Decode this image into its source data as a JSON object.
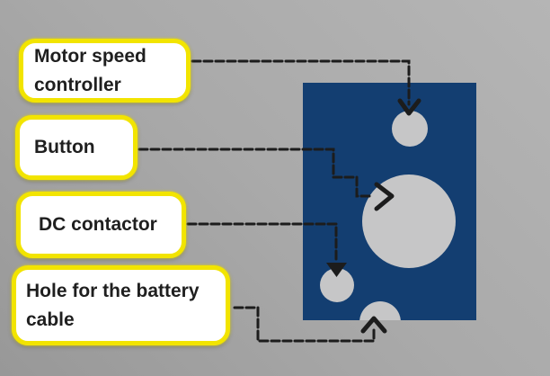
{
  "labels": {
    "motor": {
      "text": "Motor speed controller"
    },
    "button": {
      "text": "Button"
    },
    "dc_contactor": {
      "text": "DC contactor"
    },
    "battery_hole": {
      "text": "Hole for the battery cable"
    }
  },
  "colors": {
    "panel": "#133e71",
    "hole": "#c6c6c7",
    "line": "#1c1c1c",
    "label_border": "#f2e400",
    "label_bg": "#ffffff",
    "text": "#1f1f1f",
    "bg_light": "#b5b5b5",
    "bg_dark": "#989898"
  }
}
